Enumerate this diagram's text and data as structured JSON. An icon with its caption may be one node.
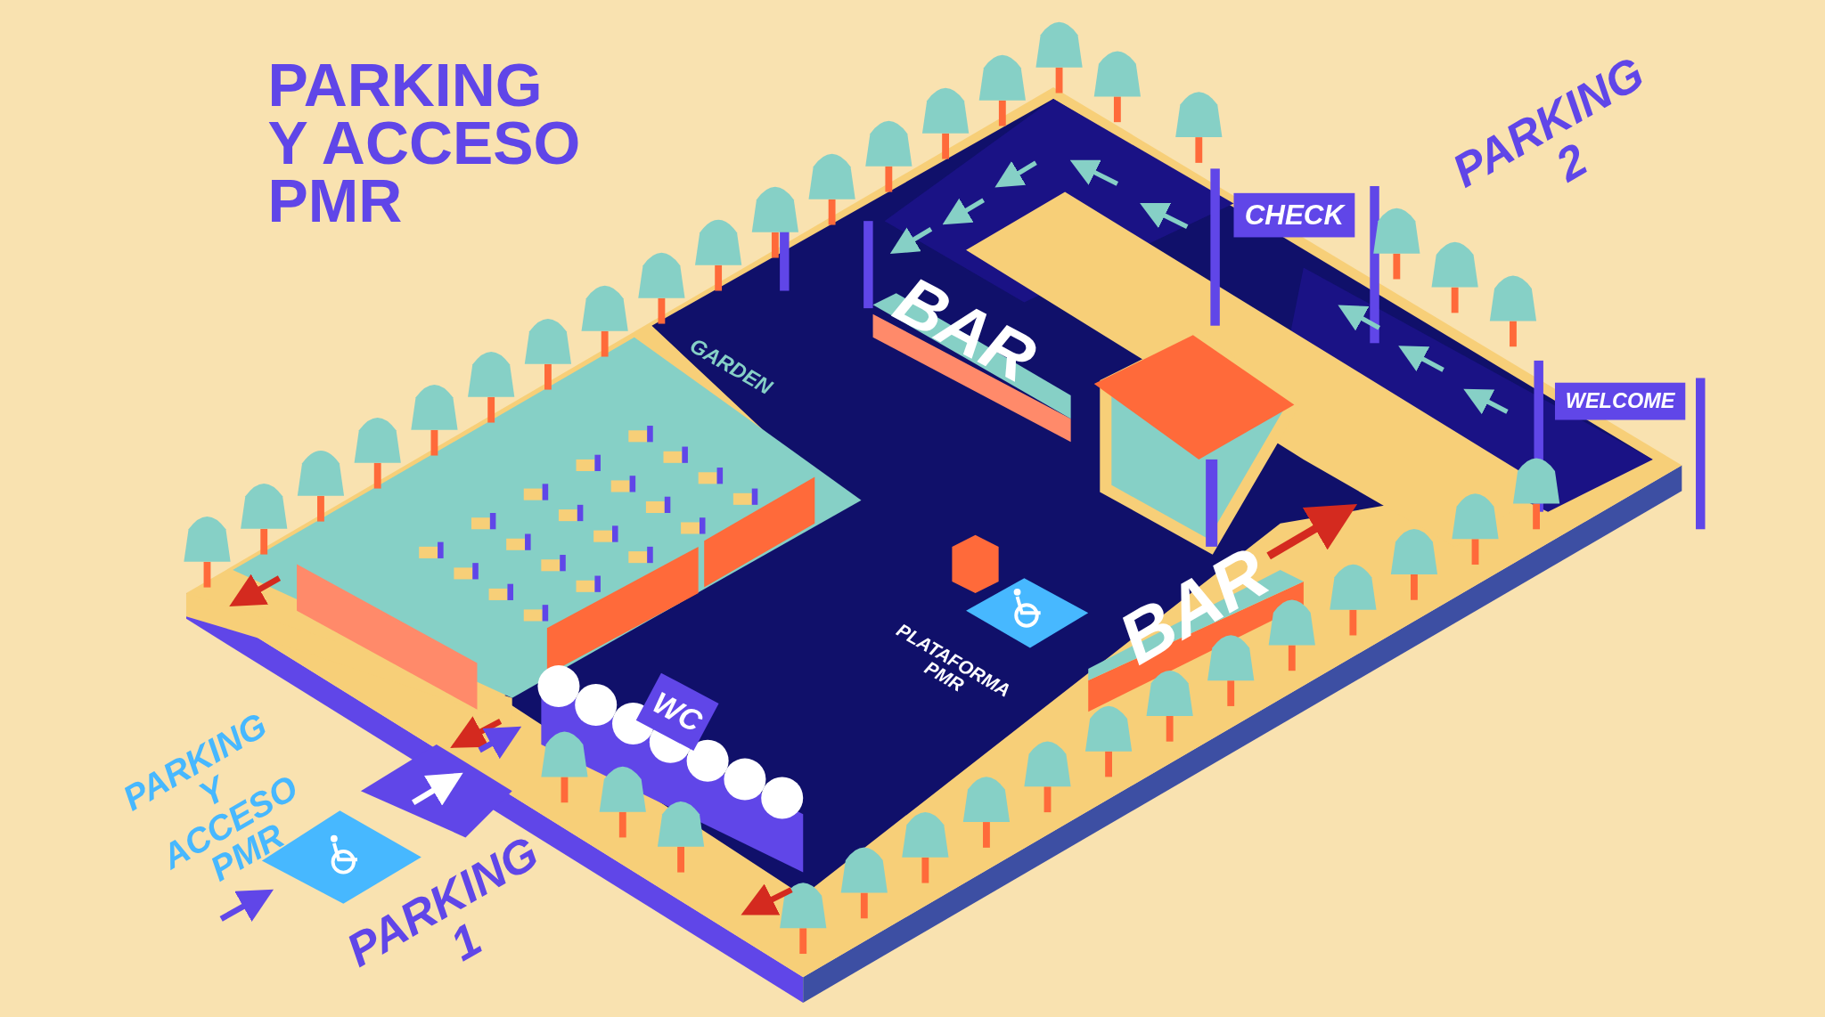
{
  "diagram": {
    "title": "PARKING Y ACCESO PMR",
    "nodes": [
      {
        "text": [
          "CHECK"
        ]
      },
      {
        "text": [
          "WELCOME"
        ]
      },
      {
        "text": [
          "BAR"
        ]
      },
      {
        "text": [
          "BAR"
        ]
      },
      {
        "text": [
          "WC"
        ]
      }
    ],
    "labels": [
      "PARKING 2",
      "GARDEN",
      "PLATAFORMA PMR",
      "PARKING Y ACCESO PMR",
      "PARKING 1"
    ]
  }
}
